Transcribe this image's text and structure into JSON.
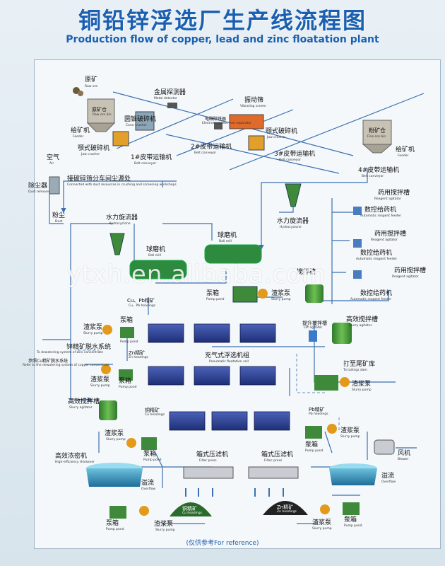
{
  "title_cn": "铜铅锌浮选厂生产线流程图",
  "title_en": "Production flow of copper, lead and zinc floatation plant",
  "watermark": "ytxh.en.alibaba.com",
  "footer": "(仅供参考For reference)",
  "labels": {
    "raw_ore": "原矿",
    "raw_ore_en": "Raw ore",
    "ore_bin": "原矿仓",
    "ore_bin_en": "Raw ore bin",
    "metal_detector": "金属探测器",
    "metal_detector_en": "Metal detector",
    "cone_crusher": "圆锥破碎机",
    "cone_crusher_en": "Cone crusher",
    "vibrating_screen": "振动筛",
    "vibrating_screen_en": "Vibrating screen",
    "electromagnetic_iron": "电磁除铁器",
    "electromagnetic_iron_en": "Electromagnetic iron separator",
    "feeder1": "给矿机",
    "feeder1_en": "Feeder",
    "jaw_crusher1": "颚式破碎机",
    "jaw_crusher1_en": "Jaw crusher",
    "belt1": "1#皮带运输机",
    "belt1_en": "Belt conveyor",
    "belt2": "2#皮带运输机",
    "belt2_en": "Belt conveyor",
    "jaw_crusher2": "颚式破碎机",
    "jaw_crusher2_en": "Jaw crusher",
    "belt3": "3#皮带运输机",
    "belt3_en": "Belt conveyor",
    "fine_ore_bin": "粉矿仓",
    "fine_ore_bin_en": "Fine ore bin",
    "feeder2": "给矿机",
    "feeder2_en": "Feeder",
    "belt4": "4#皮带运输机",
    "belt4_en": "Belt conveyor",
    "air": "空气",
    "air_en": "Air",
    "dust_remover": "除尘器",
    "dust_remover_en": "Dust remover",
    "dust_connect": "接破碎筛分车间尘源处",
    "dust_connect_en": "Connected with dust resources in crushing and screening workshops",
    "dust": "粉尘",
    "dust_en": "Dust",
    "hydrocyclone1": "水力旋流器",
    "hydrocyclone1_en": "Hydrocyclone",
    "hydrocyclone2": "水力旋流器",
    "hydrocyclone2_en": "Hydrocyclone",
    "ball_mill1": "球磨机",
    "ball_mill1_en": "Ball mill",
    "ball_mill2": "球磨机",
    "ball_mill2_en": "Ball mill",
    "reagent_agitator1": "药用搅拌槽",
    "reagent_agitator1_en": "Reagent agitator",
    "reagent_feeder1": "数控给药机",
    "reagent_feeder1_en": "Automatic reagent feeder",
    "reagent_agitator2": "药用搅拌槽",
    "reagent_agitator2_en": "Reagent agitator",
    "reagent_feeder2": "数控给药机",
    "reagent_feeder2_en": "Automatic reagent feeder",
    "reagent_agitator3": "药用搅拌槽",
    "reagent_agitator3_en": "Reagent agitator",
    "reagent_feeder3": "数控给药机",
    "reagent_feeder3_en": "Automatic reagent feeder",
    "agitator_small": "搅拌槽",
    "pump_pond1": "泵箱",
    "pump_pond1_en": "Pump pond",
    "slurry_pump1": "渣浆泵",
    "slurry_pump1_en": "Slurry pump",
    "cu_pb_headings": "Cu、Pb精矿",
    "cu_pb_headings_en": "Cu、Pb headings",
    "slurry_pump2": "渣浆泵",
    "slurry_pump2_en": "Slurry pump",
    "pump_pond2": "泵箱",
    "pump_pond2_en": "Pump pond",
    "lift_agitator": "提升搅拌槽",
    "lift_agitator_en": "Lift agitator",
    "hi_agitator1": "高效搅拌槽",
    "hi_agitator1_en": "Slurry agitator",
    "zinc_dewater": "锌精矿脱水系统",
    "zinc_dewater_en": "To dewatering system of zinc concentrate",
    "copper_dewater": "参照Cu精矿脱水系统",
    "copper_dewater_en": "Refer to the dewatering system of copper concentrate",
    "zn_headings": "Zn精矿",
    "zn_headings_en": "Zn headings",
    "pneumatic_cell": "充气式浮选机组",
    "pneumatic_cell_en": "Pneumatic floatation cell",
    "tailings_dam": "打至尾矿库",
    "tailings_dam_en": "To tailings dam",
    "slurry_pump3": "渣浆泵",
    "slurry_pump3_en": "Slurry pump",
    "pump_pond3": "泵箱",
    "pump_pond3_en": "Pump pond",
    "slurry_pump4": "渣浆泵",
    "slurry_pump4_en": "Slurry pump",
    "hi_agitator2": "高效搅拌槽",
    "hi_agitator2_en": "Slurry agitator",
    "cu_headings": "铜精矿",
    "cu_headings_en": "Cu headings",
    "pb_headings": "Pb精矿",
    "pb_headings_en": "Pb headings",
    "slurry_pump5": "渣浆泵",
    "slurry_pump5_en": "Slurry pump",
    "pump_pond4": "泵箱",
    "pump_pond4_en": "Pump pond",
    "slurry_pump6": "渣浆泵",
    "slurry_pump6_en": "Slurry pump",
    "pump_pond5": "泵箱",
    "pump_pond5_en": "Pump pond",
    "blower": "风机",
    "blower_en": "Blower",
    "thickener": "高效浓密机",
    "thickener_en": "High-efficiency thickener",
    "overflow1": "溢流",
    "overflow1_en": "Overflow",
    "overflow2": "溢流",
    "overflow2_en": "Overflow",
    "filter_press1": "箱式压滤机",
    "filter_press1_en": "Filter press",
    "filter_press2": "箱式压滤机",
    "filter_press2_en": "Filtec press",
    "cu_conc": "铜精矿",
    "cu_conc_en": "Cu headings",
    "zn_conc": "Zn精矿",
    "zn_conc_en": "Zn headings",
    "pump_pond6": "泵箱",
    "pump_pond6_en": "Pump pond",
    "slurry_pump7": "渣浆泵",
    "slurry_pump7_en": "Slurry pump",
    "slurry_pump8": "渣浆泵",
    "slurry_pump8_en": "Slurry pump",
    "pump_pond7": "泵箱",
    "pump_pond7_en": "Pump pond"
  },
  "colors": {
    "title": "#1b5fb0",
    "flow": "#3c6fb0",
    "cell": "#2a3f8f",
    "tank": "#3e8a3a",
    "machine": "#1f7a3a",
    "pump": "#e39a1a"
  }
}
